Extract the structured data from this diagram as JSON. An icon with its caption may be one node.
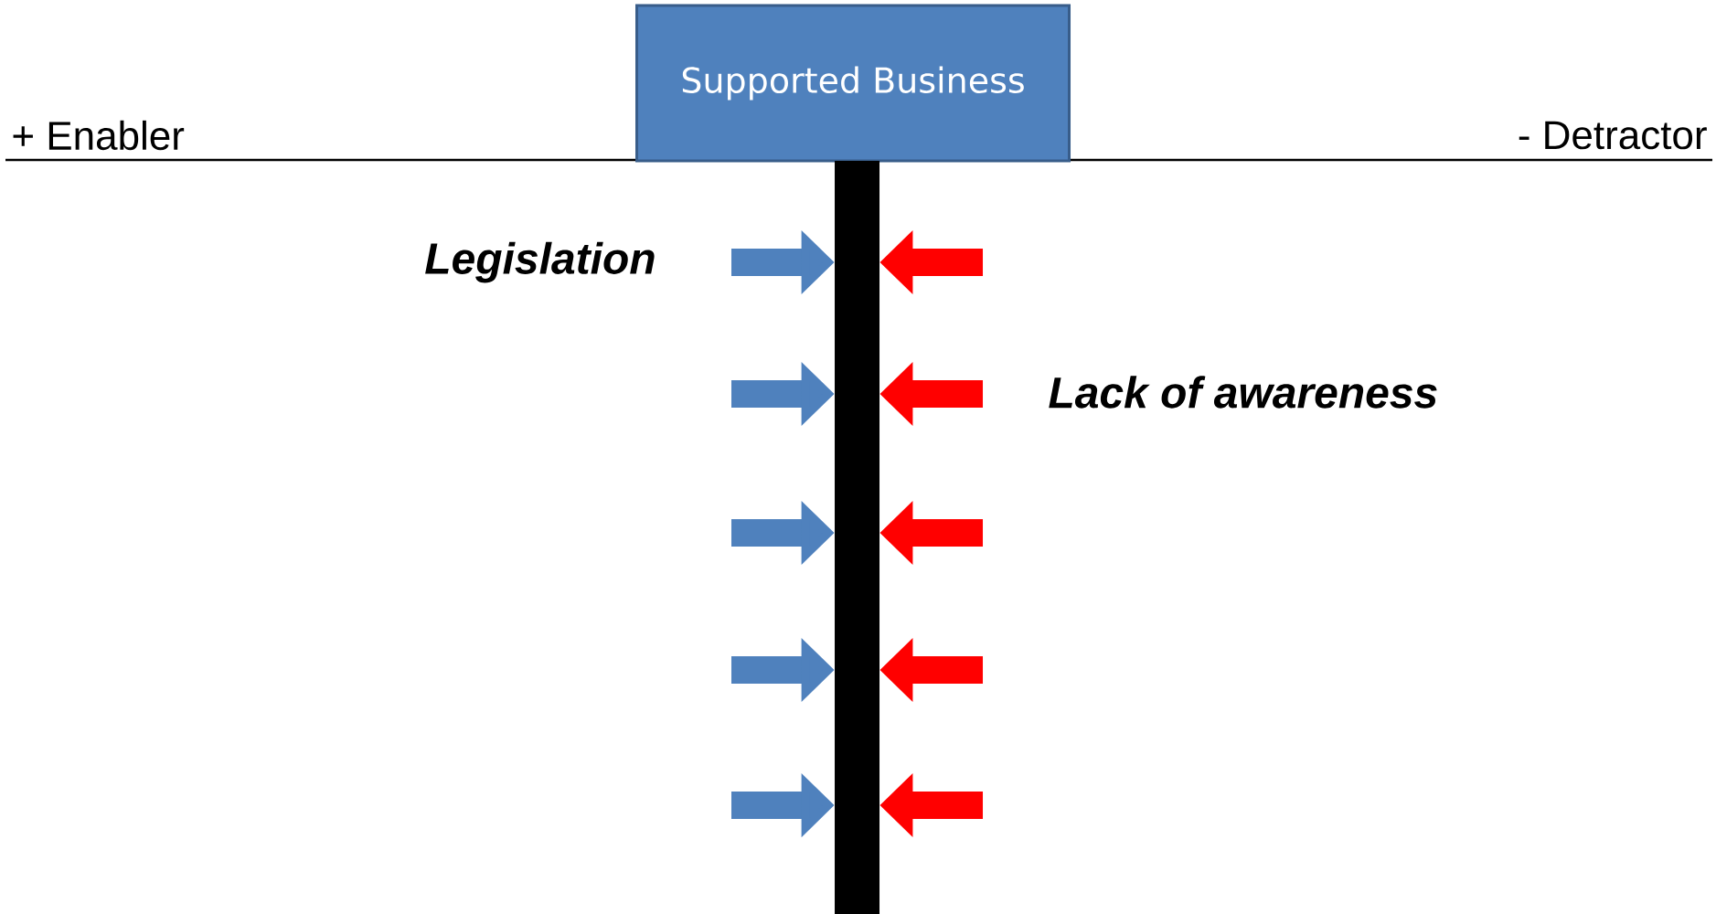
{
  "diagram": {
    "nodes": [
      {
        "text": [
          "Supported Business"
        ]
      },
      {
        "text": [],
        "shape": "bar"
      }
    ],
    "edges": [
      {
        "from": null,
        "to": 1,
        "arrow": "to",
        "color": "#4f81bd"
      },
      {
        "from": null,
        "to": 1,
        "arrow": "to",
        "color": "#ff0000"
      },
      {
        "from": null,
        "to": 1,
        "arrow": "to",
        "color": "#4f81bd"
      },
      {
        "from": null,
        "to": 1,
        "arrow": "to",
        "color": "#ff0000"
      },
      {
        "from": null,
        "to": 1,
        "arrow": "to",
        "color": "#4f81bd"
      },
      {
        "from": null,
        "to": 1,
        "arrow": "to",
        "color": "#ff0000"
      },
      {
        "from": null,
        "to": 1,
        "arrow": "to",
        "color": "#4f81bd"
      },
      {
        "from": null,
        "to": 1,
        "arrow": "to",
        "color": "#ff0000"
      },
      {
        "from": null,
        "to": 1,
        "arrow": "to",
        "color": "#4f81bd"
      },
      {
        "from": null,
        "to": 1,
        "arrow": "to",
        "color": "#ff0000"
      }
    ],
    "labels": [
      "+ Enabler",
      "- Detractor",
      "Legislation",
      "Lack of awareness"
    ]
  }
}
